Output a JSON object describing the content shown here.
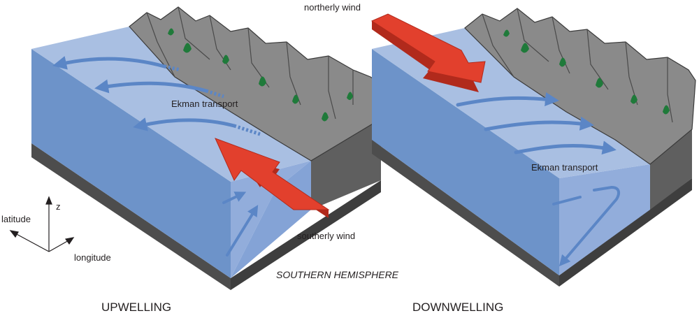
{
  "hemisphere": "SOUTHERN HEMISPHERE",
  "panels": {
    "upwelling": {
      "title": "UPWELLING",
      "wind": "southerly wind",
      "transport": "Ekman transport"
    },
    "downwelling": {
      "title": "DOWNWELLING",
      "wind": "northerly wind",
      "transport": "Ekman transport"
    }
  },
  "axes": {
    "vertical": "z",
    "north": "latitude",
    "east": "longitude"
  },
  "colors": {
    "ocean_front": "#6d93c9",
    "ocean_top": "#a9bfe2",
    "ocean_side": "#92addb",
    "seafloor": "#5a5a5a",
    "land": "#8a8a8a",
    "vegetation": "#1f7a3a",
    "flow_arrow": "#5b86c6",
    "wind_arrow": "#e2402d"
  }
}
